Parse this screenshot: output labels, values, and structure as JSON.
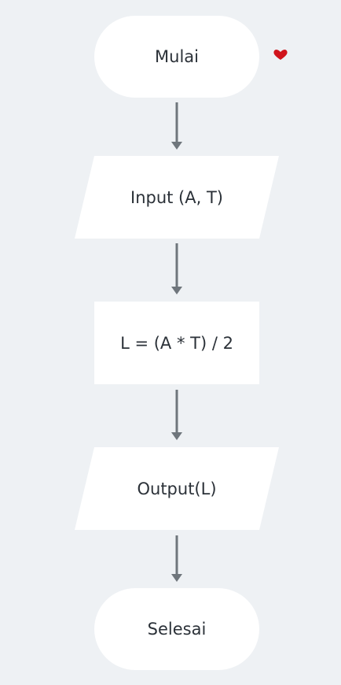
{
  "flowchart": {
    "nodes": [
      {
        "id": "start",
        "shape": "terminator",
        "label": "Mulai"
      },
      {
        "id": "input",
        "shape": "parallelogram",
        "label": "Input (A, T)"
      },
      {
        "id": "process",
        "shape": "rectangle",
        "label": "L = (A * T) / 2"
      },
      {
        "id": "output",
        "shape": "parallelogram",
        "label": "Output(L)"
      },
      {
        "id": "end",
        "shape": "terminator",
        "label": "Selesai"
      }
    ],
    "edges": [
      {
        "from": "start",
        "to": "input"
      },
      {
        "from": "input",
        "to": "process"
      },
      {
        "from": "process",
        "to": "output"
      },
      {
        "from": "output",
        "to": "end"
      }
    ]
  },
  "colors": {
    "background": "#eef1f4",
    "shape_fill": "#ffffff",
    "arrow": "#6f767c",
    "text": "#2b3138",
    "heart": "#d0141c"
  },
  "decoration": {
    "icon": "heart-icon"
  }
}
